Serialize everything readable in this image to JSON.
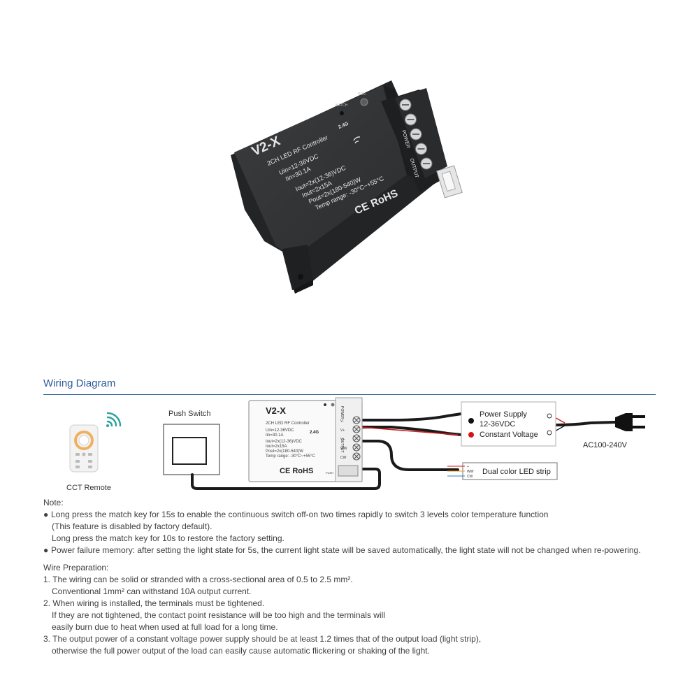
{
  "device": {
    "model": "V2-X",
    "subtitle": "2CH LED RF Controller",
    "spec_lines": [
      "Uin=12-36VDC",
      "Iin=30.1A",
      "Iout=2x(12-36)VDC",
      "Iout=2x15A",
      "Pout=2x(180-540)W",
      "Temp range: -30°C~+55°C"
    ],
    "freq": "2.4G",
    "cert": "CE RoHS",
    "button_labels": [
      "MATCH",
      "RUN"
    ],
    "terminal_groups": [
      "POWER",
      "OUTPUT"
    ],
    "terminals": [
      "V-",
      "V+",
      "V+",
      "WW",
      "CW"
    ],
    "push_label": "PUSH"
  },
  "wiring": {
    "title": "Wiring Diagram",
    "remote_label": "CCT Remote",
    "push_switch_label": "Push Switch",
    "power_supply": {
      "title": "Power Supply",
      "voltage": "12-36VDC",
      "type": "Constant Voltage"
    },
    "ac_label": "AC100-240V",
    "led_strip_label": "Dual color LED strip",
    "strip_pins": [
      "+",
      "WW",
      "CW"
    ],
    "colors": {
      "accent": "#2c5f95",
      "wire": "#1a1a1a",
      "positive": "#d4161b"
    }
  },
  "notes": {
    "heading": "Note:",
    "items": [
      {
        "lines": [
          "Long press the match key for 15s to enable the continuous switch off-on two times rapidly to switch 3 levels color temperature function",
          "(This feature is disabled by factory default).",
          "Long press the match key for 10s to restore the factory setting."
        ]
      },
      {
        "lines": [
          "Power failure memory: after setting the light state for 5s, the current light state will be saved automatically, the light state will not be changed when re-powering."
        ]
      }
    ]
  },
  "wire_prep": {
    "heading": "Wire Preparation:",
    "items": [
      {
        "num": "1.",
        "lines": [
          "The wiring can be solid or stranded with a cross-sectional area of 0.5 to 2.5 mm².",
          "Conventional 1mm² can withstand 10A output current."
        ]
      },
      {
        "num": "2.",
        "lines": [
          "When wiring is installed, the terminals must be tightened.",
          "If they are not tightened, the contact point resistance will be too high and the terminals will",
          "easily burn due to heat when used at full load for a long time."
        ]
      },
      {
        "num": "3.",
        "lines": [
          "The output power of a constant voltage power supply should be at least 1.2 times that of the output load (light strip),",
          "otherwise the full power output of the load can easily cause automatic flickering or shaking of the light."
        ]
      }
    ]
  }
}
